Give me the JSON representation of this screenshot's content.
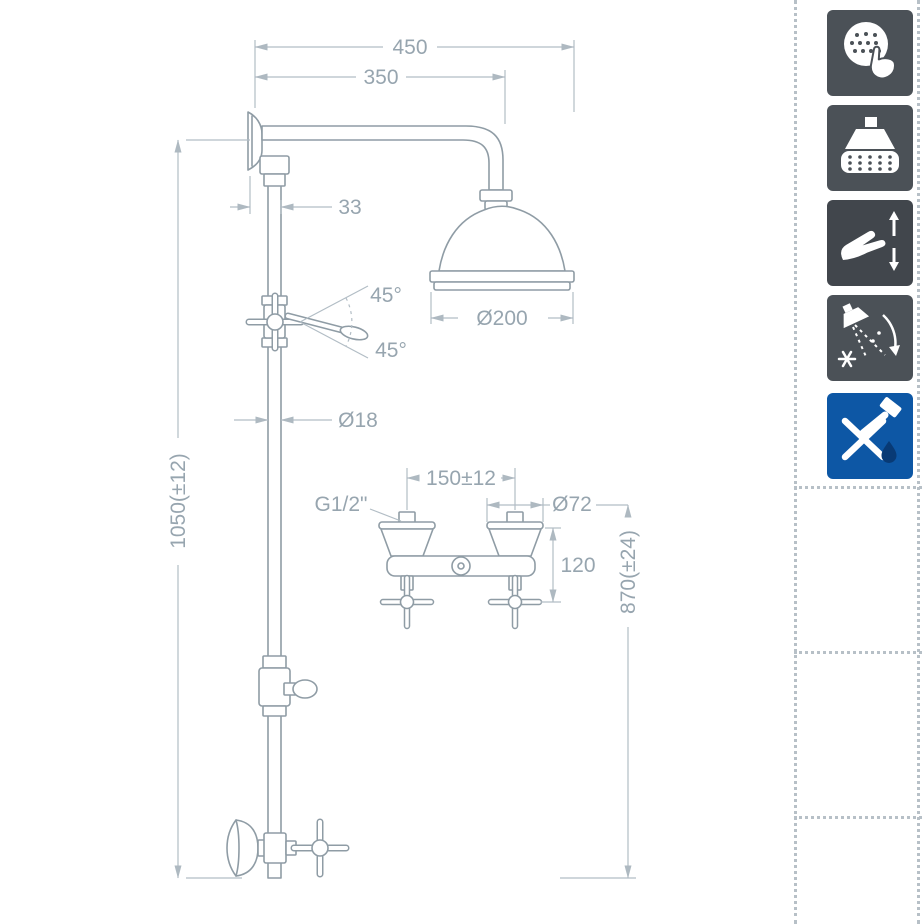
{
  "page": {
    "background": "#ffffff",
    "line_color": "#8f9ca5",
    "dim_line_color": "#b2bdc5",
    "dim_text_color": "#97a5af",
    "tile_gray": "#4b5157",
    "tile_gray_dark": "#41464c",
    "tile_blue": "#0d57a5"
  },
  "dimensions": {
    "overall_reach": "450",
    "arm_reach": "350",
    "wall_offset": "33",
    "swivel_angle_up": "45°",
    "swivel_angle_down": "45°",
    "head_diameter": "Ø200",
    "pipe_diameter": "Ø18",
    "riser_height": "1050(±12)",
    "valve_centers": "150±12",
    "connection_thread": "G1/2\"",
    "escutcheon_diameter": "Ø72",
    "valve_drop": "120",
    "install_height": "870(±24)"
  },
  "feature_icons": [
    {
      "label": "rub-clean-nozzles"
    },
    {
      "label": "rain-shower-head"
    },
    {
      "label": "wipe-clean-surface"
    },
    {
      "label": "adjustable-spray-angle"
    },
    {
      "label": "anti-drip-system"
    }
  ]
}
